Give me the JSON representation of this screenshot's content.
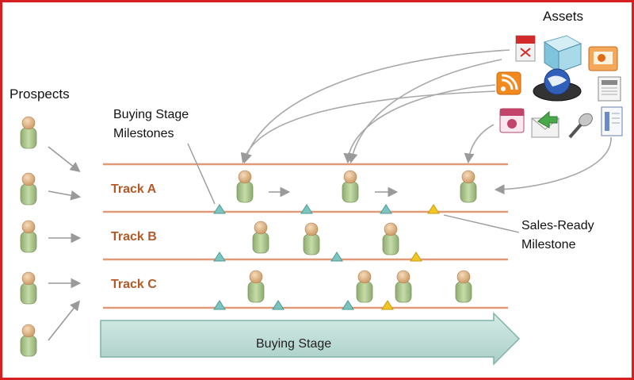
{
  "assets_title": "Assets",
  "prospects_title": "Prospects",
  "milestones_label": "Buying Stage Milestones",
  "sales_ready_label": "Sales-Ready Milestone",
  "stage_arrow_label": "Buying Stage",
  "tracks": [
    {
      "label": "Track A"
    },
    {
      "label": "Track B"
    },
    {
      "label": "Track C"
    }
  ],
  "colors": {
    "frame": "#d42020",
    "track_line": "#e09a7a",
    "track_text": "#b25a2a",
    "buying_milestone": "#7cc4c0",
    "sales_ready_milestone": "#f3c623",
    "stage_arrow_fill": "#bcdcd6",
    "person_body": "#a9c48c",
    "person_head": "#e8c49a"
  },
  "icons": [
    "pdf-icon",
    "box-icon",
    "presentation-icon",
    "rss-icon",
    "globe-icon",
    "newspaper-icon",
    "calendar-icon",
    "email-icon",
    "microphone-icon",
    "document-icon"
  ]
}
